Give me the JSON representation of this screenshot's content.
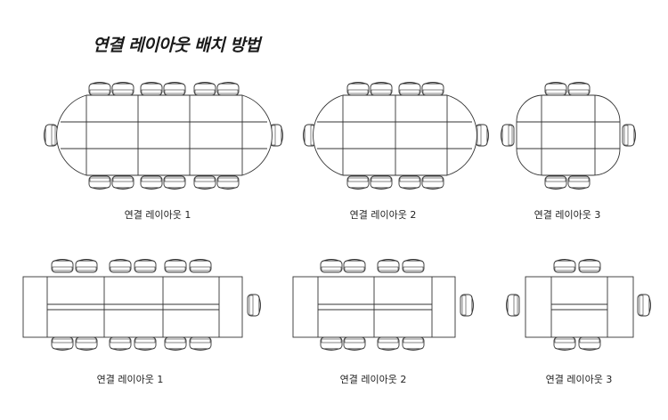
{
  "title": "연결 레이아웃 배치 방법",
  "captions": [
    "연결 레이아웃 1",
    "연결 레이아웃 2",
    "연결 레이아웃 3",
    "연결 레이아웃 1",
    "연결 레이아웃 2",
    "연결 레이아웃 3"
  ]
}
